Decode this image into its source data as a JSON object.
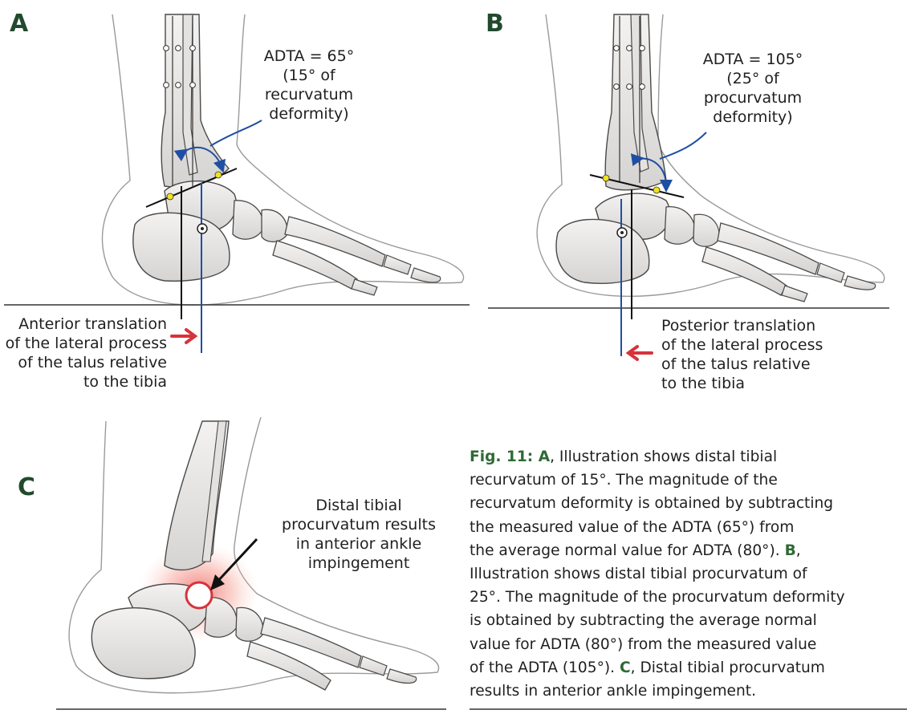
{
  "panels": {
    "a": {
      "letter": "A",
      "angle_label": [
        "ADTA = 65°",
        "(15° of",
        "recurvatum",
        "deformity)"
      ],
      "translation_label": [
        "Anterior translation",
        "of the lateral process",
        "of the talus relative",
        "to the tibia"
      ]
    },
    "b": {
      "letter": "B",
      "angle_label": [
        "ADTA = 105°",
        "(25° of",
        "procurvatum",
        "deformity)"
      ],
      "translation_label": [
        "Posterior translation",
        "of the lateral process",
        "of the talus relative",
        "to the tibia"
      ]
    },
    "c": {
      "letter": "C",
      "impingement_label": [
        "Distal tibial",
        "procurvatum results",
        "in anterior ankle",
        "impingement"
      ]
    }
  },
  "caption": {
    "lines": [
      [
        {
          "t": "Fig. 11: ",
          "s": "head"
        },
        {
          "t": "A",
          "s": "letter"
        },
        {
          "t": ", Illustration shows distal tibial",
          "s": "body"
        }
      ],
      [
        {
          "t": "recurvatum of 15°. The magnitude of the",
          "s": "body"
        }
      ],
      [
        {
          "t": "recurvatum deformity is obtained by subtracting",
          "s": "body"
        }
      ],
      [
        {
          "t": "the measured value of the ADTA (65°) from",
          "s": "body"
        }
      ],
      [
        {
          "t": "the average normal value for ADTA (80°). ",
          "s": "body"
        },
        {
          "t": "B",
          "s": "letter"
        },
        {
          "t": ",",
          "s": "body"
        }
      ],
      [
        {
          "t": "Illustration shows distal tibial procurvatum of",
          "s": "body"
        }
      ],
      [
        {
          "t": "25°. The magnitude of the procurvatum deformity",
          "s": "body"
        }
      ],
      [
        {
          "t": "is obtained by subtracting the average normal",
          "s": "body"
        }
      ],
      [
        {
          "t": "value for ADTA (80°) from the measured value",
          "s": "body"
        }
      ],
      [
        {
          "t": "of the ADTA (105°). ",
          "s": "body"
        },
        {
          "t": "C",
          "s": "letter"
        },
        {
          "t": ", Distal tibial procurvatum",
          "s": "body"
        }
      ],
      [
        {
          "t": "results in anterior ankle impingement.",
          "s": "body"
        }
      ]
    ]
  },
  "colors": {
    "panel_letter": "#214a2c",
    "caption_accent": "#2f6a35",
    "measure_line": "#1f4fa3",
    "arrow_red": "#d8323a",
    "joint_marker": "#f2e21a",
    "bone_fill": "#ecebea",
    "bone_outline": "#4a4a4a",
    "inflammation": "#f08080"
  },
  "icons": {
    "angle_arrow": "curved-double-arrow-icon",
    "translation_arrow": "red-arrow-icon",
    "pointer_arrow": "black-arrow-icon"
  }
}
